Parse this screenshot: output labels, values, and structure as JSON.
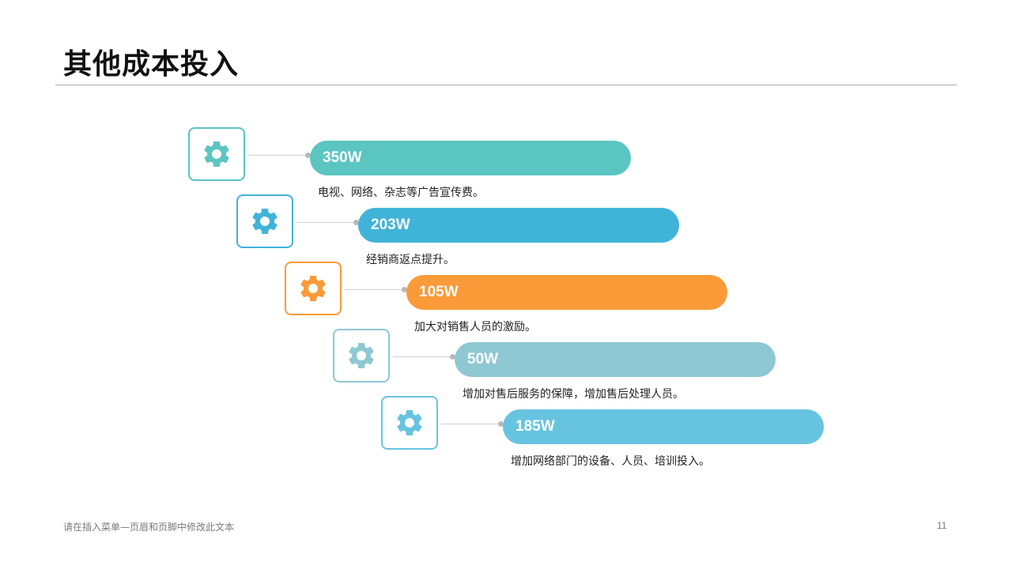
{
  "title": "其他成本投入",
  "items": [
    {
      "value": "350W",
      "desc": "电视、网络、杂志等广告宣传费。",
      "color": "#5BC5C2",
      "icon": "gear-icon"
    },
    {
      "value": "203W",
      "desc": "经销商返点提升。",
      "color": "#40B4D8",
      "icon": "gear-icon"
    },
    {
      "value": "105W",
      "desc": "加大对销售人员的激励。",
      "color": "#FB9A38",
      "icon": "gear-icon"
    },
    {
      "value": "50W",
      "desc": "增加对售后服务的保障，增加售后处理人员。",
      "color": "#8EC8D3",
      "icon": "gear-icon"
    },
    {
      "value": "185W",
      "desc": "增加网络部门的设备、人员、培训投入。",
      "color": "#67C4E0",
      "icon": "gear-icon"
    }
  ],
  "footer": {
    "text": "请在插入菜单—页眉和页脚中修改此文本",
    "page_number": "11"
  }
}
